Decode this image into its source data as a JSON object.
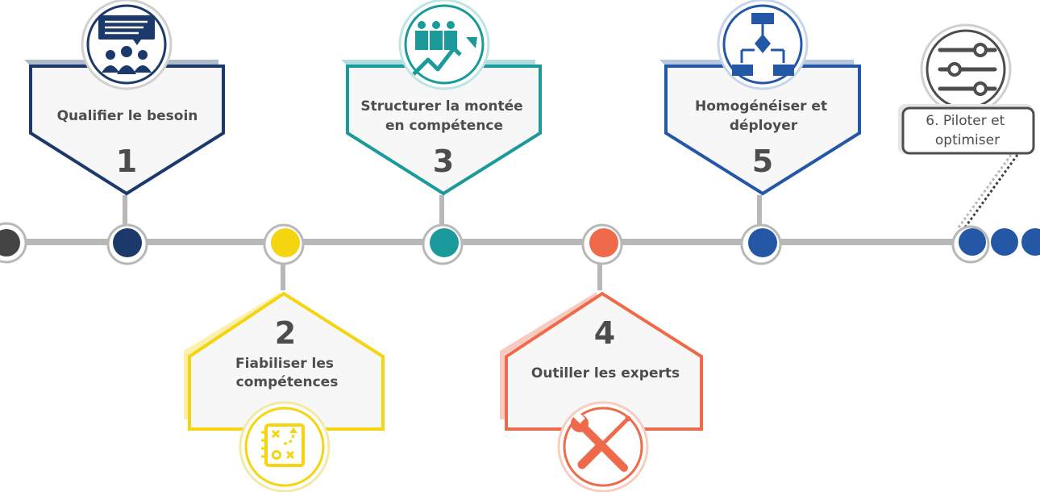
{
  "steps": [
    {
      "number": "1",
      "title_lines": [
        "Qualifier le besoin"
      ],
      "color": "#1b3a6b",
      "icon": "meeting-presentation-icon"
    },
    {
      "number": "2",
      "title_lines": [
        "Fiabiliser les",
        "compétences"
      ],
      "color": "#f5d410",
      "icon": "strategy-board-icon"
    },
    {
      "number": "3",
      "title_lines": [
        "Structurer la montée",
        "en compétence"
      ],
      "color": "#1a9a9a",
      "icon": "team-growth-icon"
    },
    {
      "number": "4",
      "title_lines": [
        "Outiller les experts"
      ],
      "color": "#ee6a4b",
      "icon": "wrench-screwdriver-icon"
    },
    {
      "number": "5",
      "title_lines": [
        "Homogénéiser et",
        "déployer"
      ],
      "color": "#2458a6",
      "icon": "flowchart-icon"
    }
  ],
  "step6": {
    "lines": [
      "6. Piloter et",
      "optimiser"
    ],
    "color": "#4d4d4d",
    "icon": "sliders-icon"
  },
  "timeline": {
    "line_color": "#b8b8b8",
    "start_dot_color": "#444444",
    "end_dots_color": "#2458a6"
  }
}
